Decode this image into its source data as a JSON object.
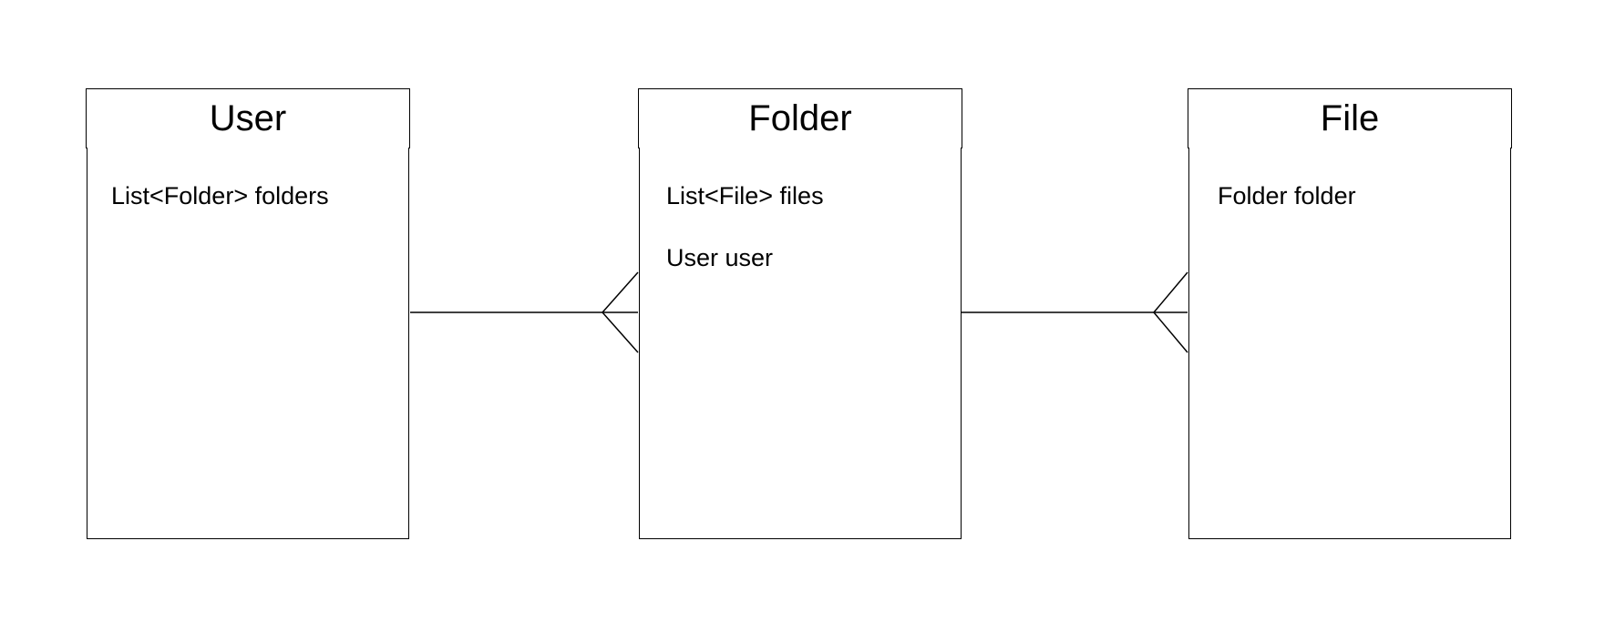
{
  "entities": {
    "user": {
      "title": "User",
      "attributes": [
        "List<Folder> folders"
      ]
    },
    "folder": {
      "title": "Folder",
      "attributes": [
        "List<File> files",
        "User user"
      ]
    },
    "file": {
      "title": "File",
      "attributes": [
        "Folder folder"
      ]
    }
  },
  "relationships": [
    {
      "from": "User",
      "to": "Folder",
      "from_end": "one",
      "to_end": "many"
    },
    {
      "from": "Folder",
      "to": "File",
      "from_end": "one",
      "to_end": "many"
    }
  ]
}
